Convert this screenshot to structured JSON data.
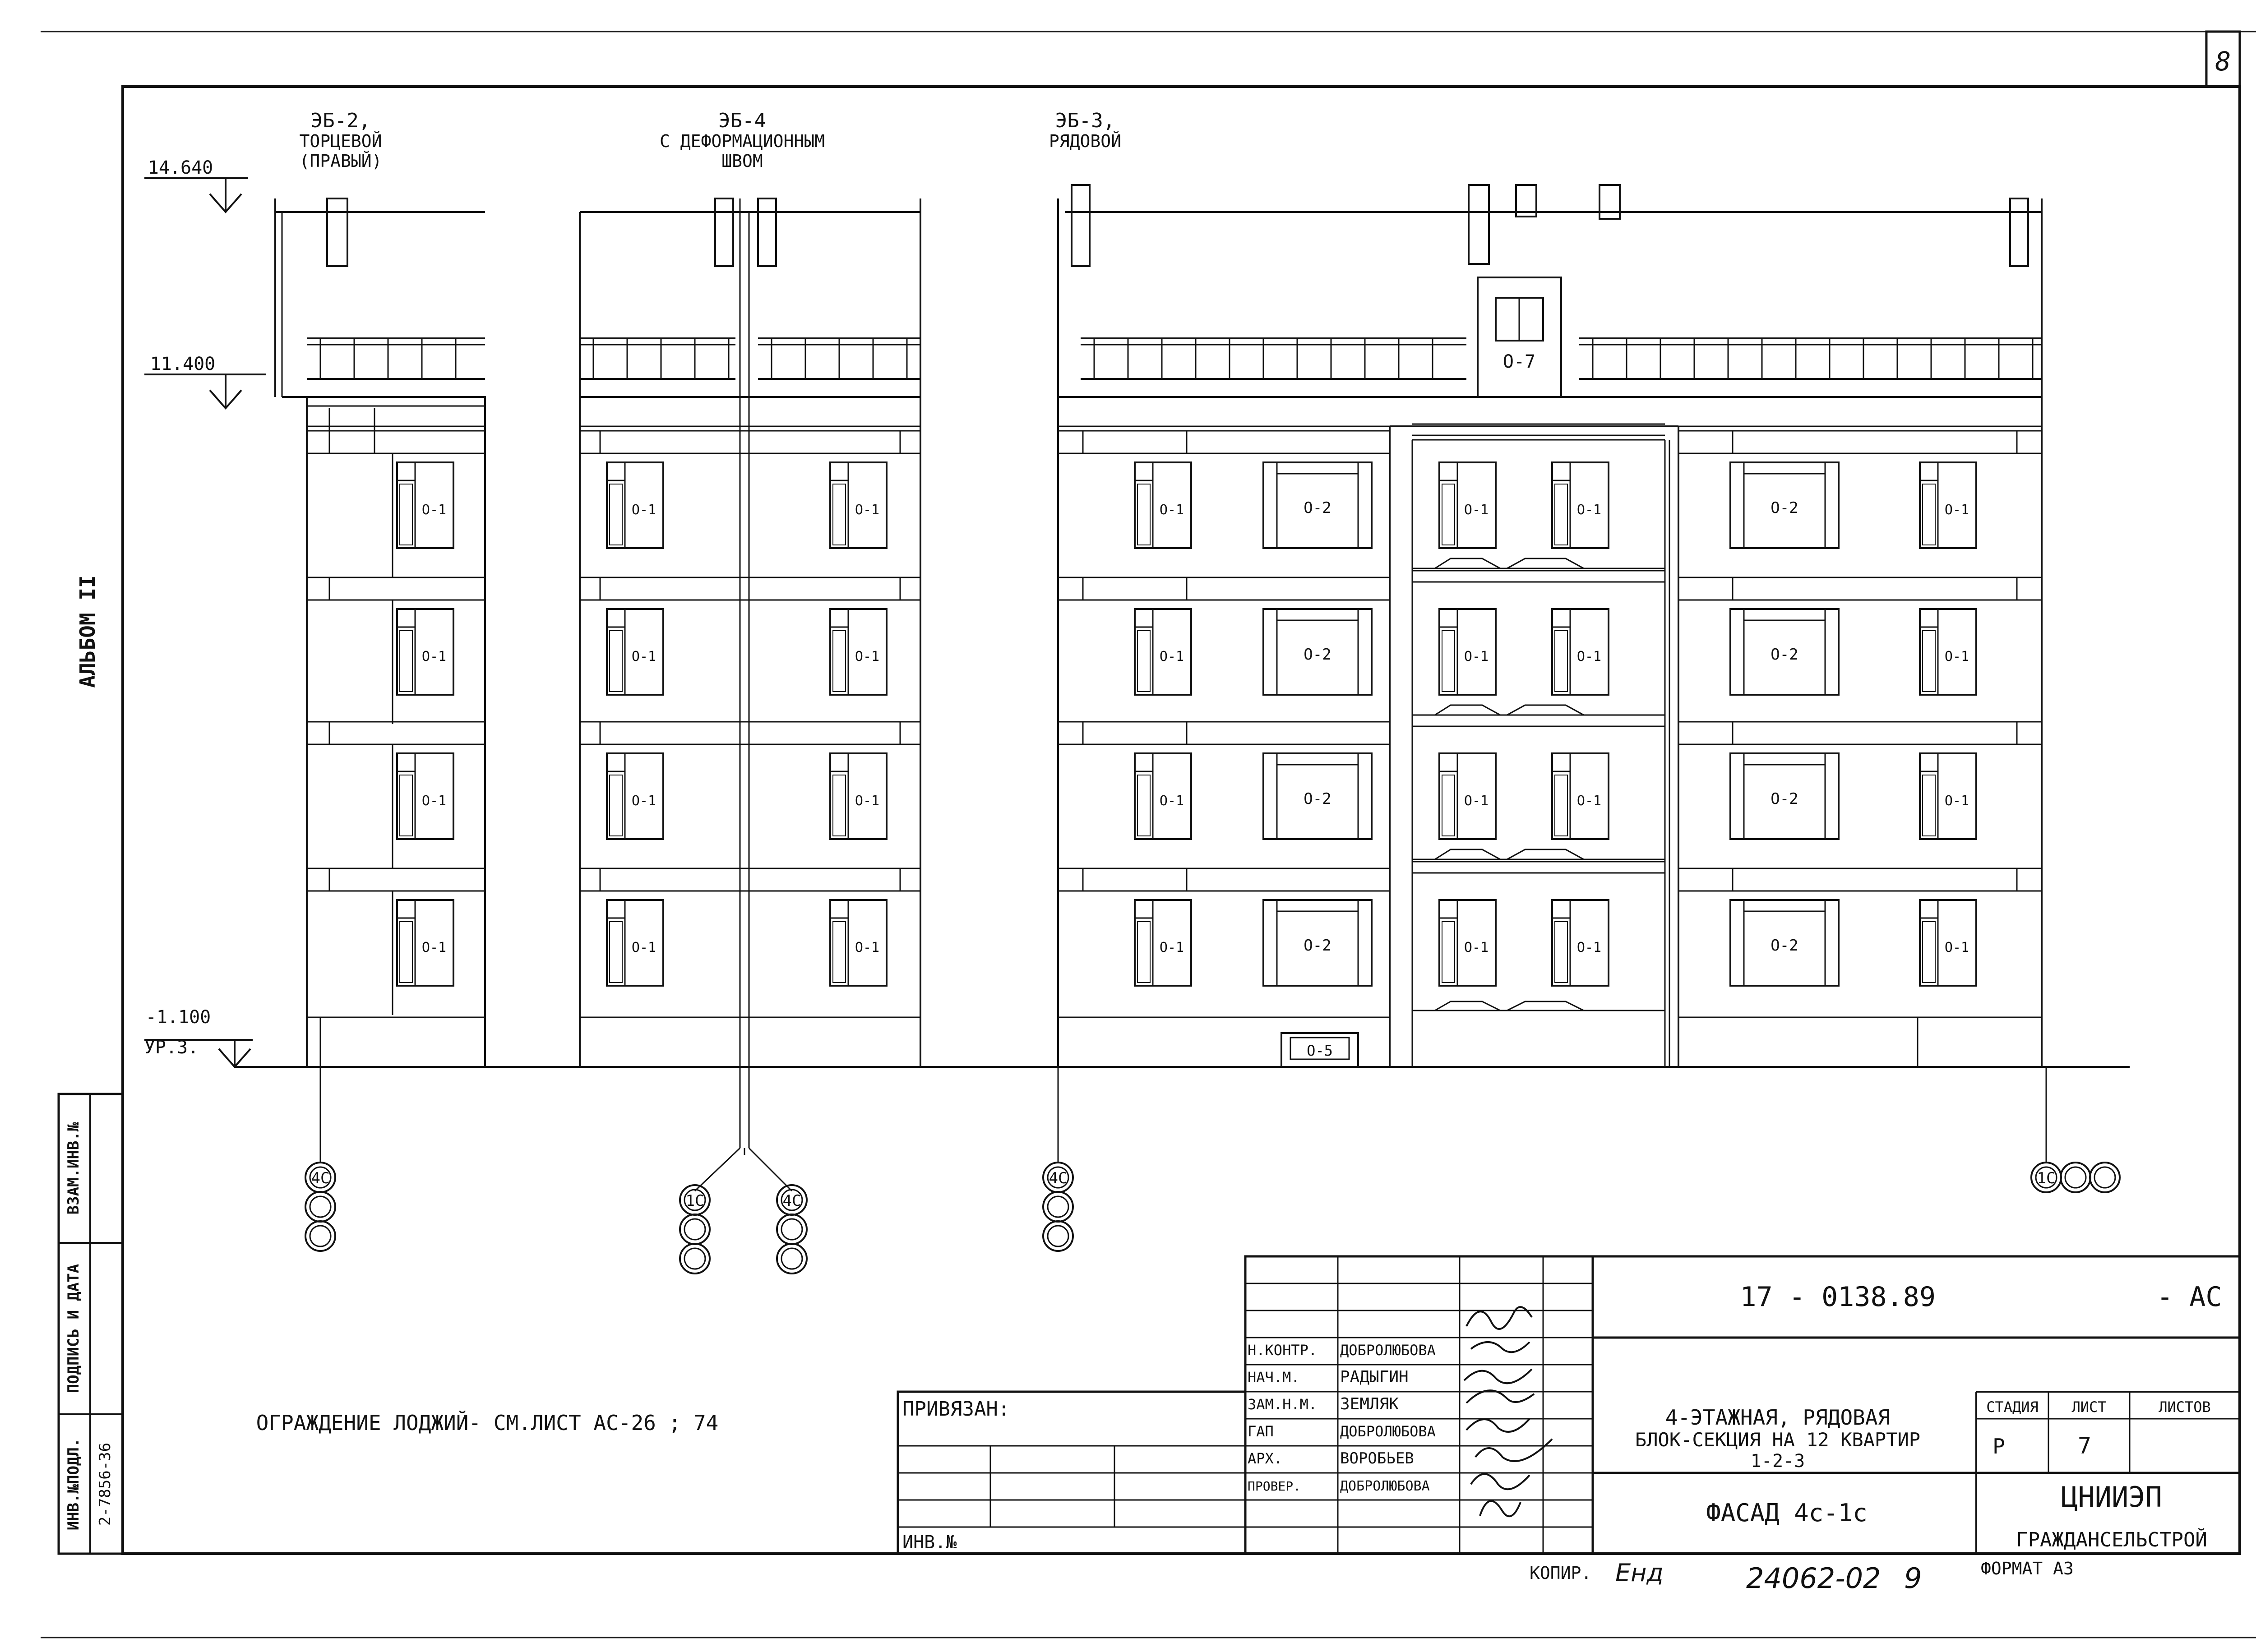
{
  "sheet_number": "8",
  "album": "АЛЬБОМ II",
  "sections": [
    {
      "name": "ЭБ-2,",
      "sub1": "ТОРЦЕВОЙ",
      "sub2": "(ПРАВЫЙ)"
    },
    {
      "name": "ЭБ-4",
      "sub1": "С ДЕФОРМАЦИОННЫМ",
      "sub2": "ШВОМ"
    },
    {
      "name": "ЭБ-3,",
      "sub1": "РЯДОВОЙ",
      "sub2": ""
    }
  ],
  "levels": {
    "top": "14.640",
    "eave": "11.400",
    "ground": "-1.100",
    "ground_sub": "УР.З."
  },
  "window_labels": {
    "o1": "О-1",
    "o2": "О-2",
    "o5": "О-5",
    "o7": "О-7"
  },
  "axes": {
    "a4c": "4С",
    "a1c": "1С"
  },
  "note": "ОГРАЖДЕНИЕ ЛОДЖИЙ- СМ.ЛИСТ АС-26 ; 74",
  "left_stamp": {
    "inv_orig_label": "ИНВ.№ПОДЛ.",
    "inv_orig_value": "2-7856-36",
    "sign_date_label": "ПОДПИСЬ И ДАТА",
    "replaced_label": "ВЗАМ.ИНВ.№"
  },
  "title_block": {
    "code": "17 - 0138.89",
    "code_suffix": "- АС",
    "binding_label": "ПРИВЯЗАН:",
    "inv_label": "ИНВ.№",
    "staff": [
      {
        "role": "Н.КОНТР.",
        "name": "ДОБРОЛЮБОВА"
      },
      {
        "role": "НАЧ.М.",
        "name": "РАДЫГИН"
      },
      {
        "role": "ЗАМ.Н.М.",
        "name": "ЗЕМЛЯК"
      },
      {
        "role": "ГАП",
        "name": "ДОБРОЛЮБОВА"
      },
      {
        "role": "АРХ.",
        "name": "ВОРОБЬЕВ"
      },
      {
        "role": "ПРОВЕР.",
        "name": "ДОБРОЛЮБОВА"
      }
    ],
    "title_line1": "4-ЭТАЖНАЯ, РЯДОВАЯ",
    "title_line2": "БЛОК-СЕКЦИЯ НА 12 КВАРТИР",
    "title_line3": "1-2-3",
    "stage_label": "СТАДИЯ",
    "sheet_label": "ЛИСТ",
    "sheets_label": "ЛИСТОВ",
    "stage_value": "Р",
    "sheet_value": "7",
    "drawing_name": "ФАСАД 4с-1с",
    "org1": "ЦНИИЭП",
    "org2": "ГРАЖДАНСЕЛЬСТРОЙ"
  },
  "footer": {
    "copier": "КОПИР.",
    "copier_sign": "Енд",
    "number": "24062-02",
    "page": "9",
    "format": "ФОРМАТ А3"
  }
}
